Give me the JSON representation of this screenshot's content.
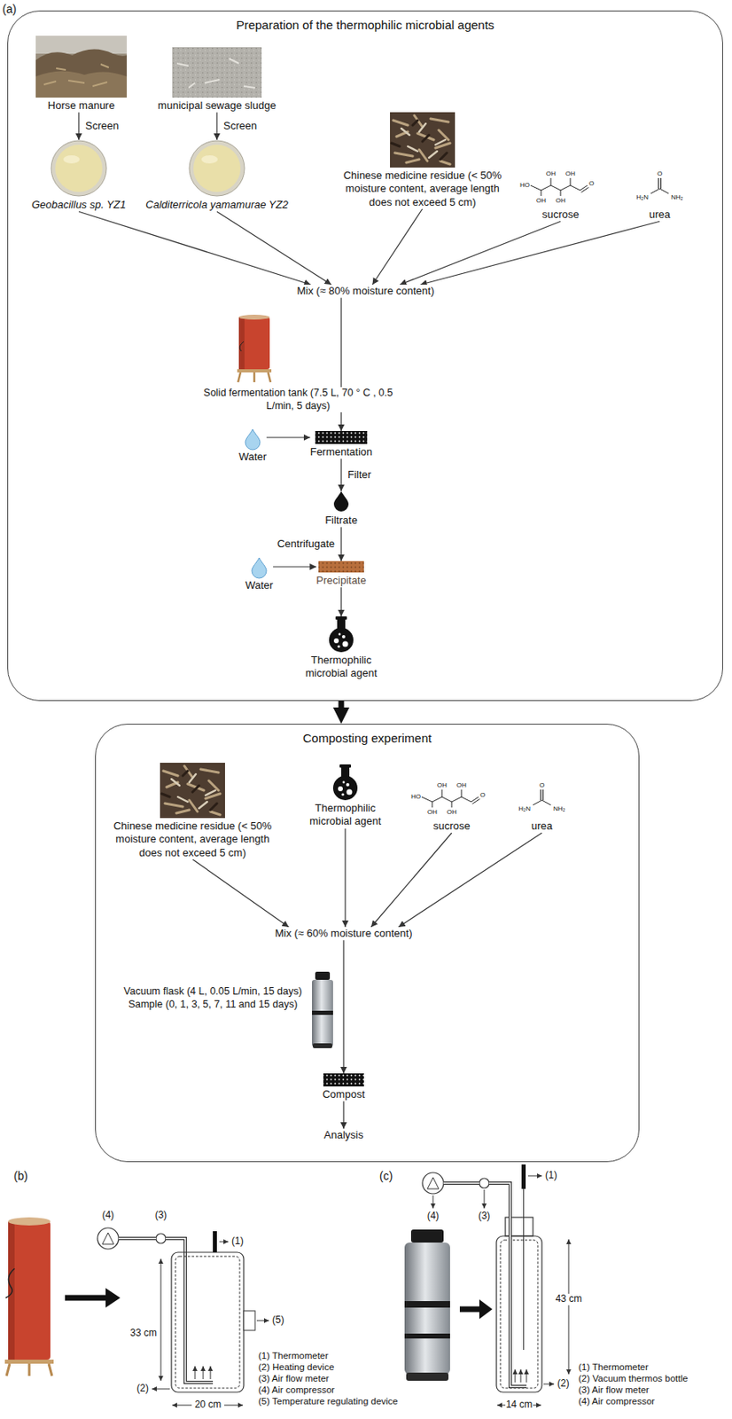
{
  "diagram": {
    "nodes": [
      {
        "text": [
          "Preparation of the thermophilic microbial agents"
        ]
      },
      {
        "text": [
          "Horse manure"
        ],
        "in": 0
      },
      {
        "text": [
          "municipal sewage sludge"
        ],
        "in": 0
      },
      {
        "text": [
          "Geobacillus sp. YZ1"
        ],
        "in": 0
      },
      {
        "text": [
          "Calditerricola yamamurae YZ2"
        ],
        "in": 0
      },
      {
        "text": [
          "Chinese medicine residue (< 50% moisture content, average length does not exceed 5 cm)"
        ],
        "in": 0
      },
      {
        "text": [
          "sucrose"
        ],
        "in": 0
      },
      {
        "text": [
          "urea"
        ],
        "in": 0
      },
      {
        "text": [
          "Mix (≈ 80% moisture content)"
        ],
        "in": 0
      },
      {
        "text": [
          "Solid fermentation tank (7.5 L, 70 ° C , 0.5 L/min, 5 days)"
        ],
        "in": 0
      },
      {
        "text": [
          "Water"
        ],
        "in": 0
      },
      {
        "text": [
          "Fermentation"
        ],
        "in": 0
      },
      {
        "text": [
          "Filtrate"
        ],
        "in": 0
      },
      {
        "text": [
          "Water"
        ],
        "in": 0
      },
      {
        "text": [
          "Precipitate"
        ],
        "in": 0
      },
      {
        "text": [
          "Thermophilic microbial agent"
        ],
        "in": 0
      },
      {
        "text": [
          "Composting experiment"
        ]
      },
      {
        "text": [
          "Chinese medicine residue (< 50% moisture content, average length does not exceed 5 cm)"
        ],
        "in": 16
      },
      {
        "text": [
          "Thermophilic microbial agent"
        ],
        "in": 16
      },
      {
        "text": [
          "sucrose"
        ],
        "in": 16
      },
      {
        "text": [
          "urea"
        ],
        "in": 16
      },
      {
        "text": [
          "Mix (≈ 60% moisture content)"
        ],
        "in": 16
      },
      {
        "text": [
          "Vacuum flask (4 L, 0.05 L/min, 15 days) Sample (0, 1, 3, 5, 7, 11 and 15 days)"
        ],
        "in": 16
      },
      {
        "text": [
          "Compost"
        ],
        "in": 16
      },
      {
        "text": [
          "Analysis"
        ],
        "in": 16
      }
    ],
    "edges": [
      {
        "from": 1,
        "to": 3,
        "arrow": "to",
        "label": "Screen"
      },
      {
        "from": 2,
        "to": 4,
        "arrow": "to",
        "label": "Screen"
      },
      {
        "from": 3,
        "to": 8,
        "arrow": "to"
      },
      {
        "from": 4,
        "to": 8,
        "arrow": "to"
      },
      {
        "from": 5,
        "to": 8,
        "arrow": "to"
      },
      {
        "from": 6,
        "to": 8,
        "arrow": "to"
      },
      {
        "from": 7,
        "to": 8,
        "arrow": "to"
      },
      {
        "from": 8,
        "to": 11,
        "arrow": "to"
      },
      {
        "from": 10,
        "to": 11,
        "arrow": "to"
      },
      {
        "from": 11,
        "to": 12,
        "arrow": "to",
        "label": "Filter"
      },
      {
        "from": 12,
        "to": 14,
        "arrow": "to",
        "label": "Centrifugate"
      },
      {
        "from": 13,
        "to": 14,
        "arrow": "to"
      },
      {
        "from": 14,
        "to": 15,
        "arrow": "to"
      },
      {
        "from": 0,
        "to": 16,
        "arrow": "to"
      },
      {
        "from": 17,
        "to": 21,
        "arrow": "to"
      },
      {
        "from": 18,
        "to": 21,
        "arrow": "to"
      },
      {
        "from": 19,
        "to": 21,
        "arrow": "to"
      },
      {
        "from": 20,
        "to": 21,
        "arrow": "to"
      },
      {
        "from": 21,
        "to": 23,
        "arrow": "to"
      },
      {
        "from": 23,
        "to": 24,
        "arrow": "to"
      }
    ],
    "labels": [
      "(a)",
      "HO",
      "OH",
      "OH",
      "OH",
      "OH",
      "O",
      "O",
      "H₂N",
      "NH₂",
      "HO",
      "OH",
      "OH",
      "OH",
      "OH",
      "O",
      "O",
      "H₂N",
      "NH₂",
      "(b)",
      "(4)",
      "(3)",
      "(1)",
      "33 cm",
      "(2)",
      "(5)",
      "20 cm",
      "(1) Thermometer",
      "(2) Heating device",
      "(3) Air flow meter",
      "(4) Air compressor",
      "(5) Temperature regulating device",
      "(c)",
      "(4)",
      "(3)",
      "(1)",
      "43 cm",
      "(2)",
      "14 cm",
      "(1) Thermometer",
      "(2) Vacuum thermos bottle",
      "(3) Air flow meter",
      "(4) Air compressor"
    ]
  }
}
